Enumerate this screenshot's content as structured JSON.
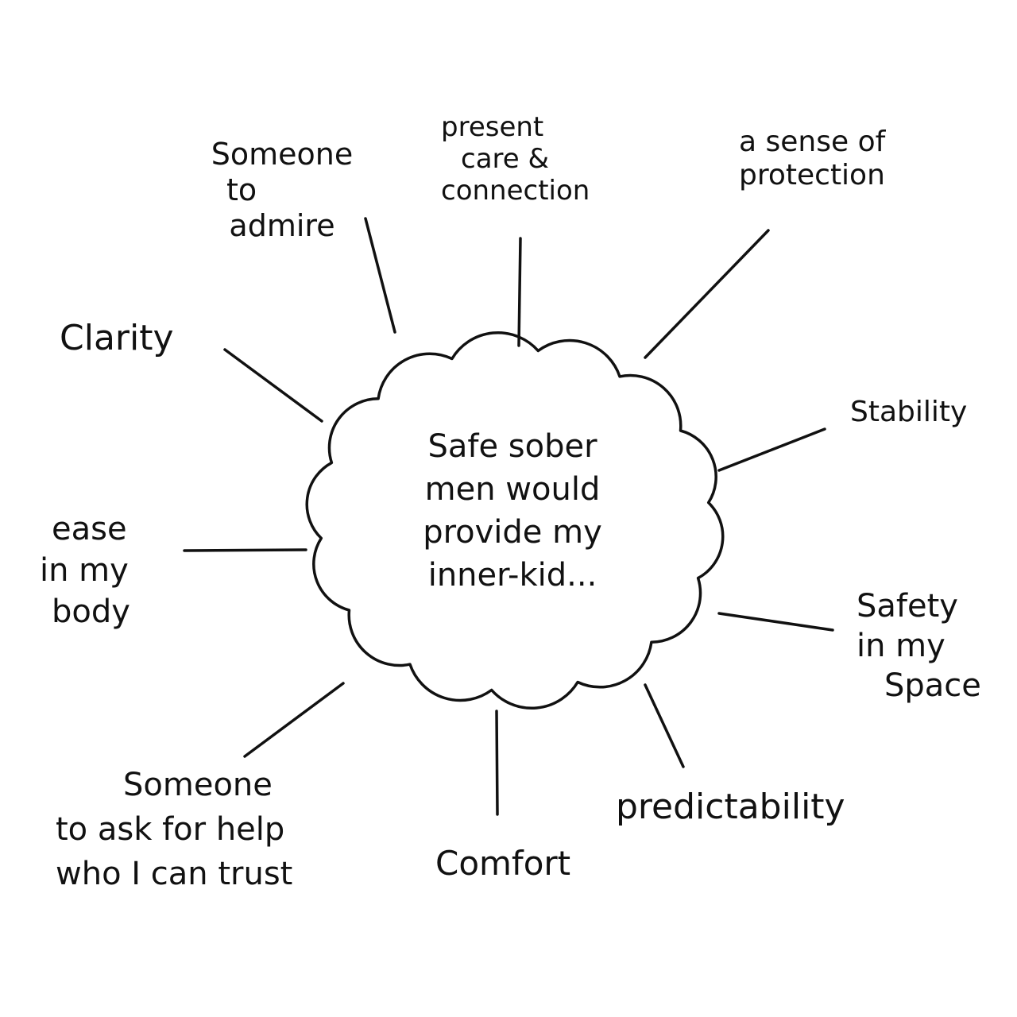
{
  "center": {
    "lines": [
      "Safe sober",
      "men would",
      "provide my",
      "inner-kid..."
    ]
  },
  "branches": {
    "admire": {
      "lines": [
        "Someone",
        "to",
        "admire"
      ]
    },
    "care": {
      "lines": [
        "present",
        "care &",
        "connection"
      ]
    },
    "protection": {
      "lines": [
        "a sense of",
        "protection"
      ]
    },
    "clarity": {
      "lines": [
        "Clarity"
      ]
    },
    "stability": {
      "lines": [
        "Stability"
      ]
    },
    "ease": {
      "lines": [
        "ease",
        "in my",
        "body"
      ]
    },
    "safety": {
      "lines": [
        "Safety",
        "in my",
        "Space"
      ]
    },
    "help": {
      "lines": [
        "Someone",
        "to ask for help",
        "who I can trust"
      ]
    },
    "comfort": {
      "lines": [
        "Comfort"
      ]
    },
    "predictability": {
      "lines": [
        "predictability"
      ]
    }
  },
  "colors": {
    "ink": "#111111",
    "background": "#ffffff"
  }
}
